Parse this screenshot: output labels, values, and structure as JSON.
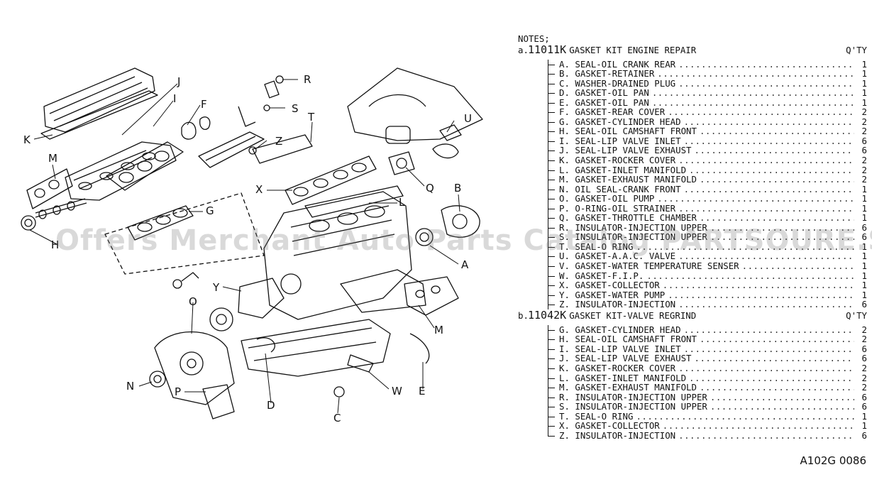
{
  "notes_title": "NOTES;",
  "qty_header": "Q'TY",
  "kits": [
    {
      "letter": "a.",
      "code": "11011K",
      "title": "GASKET KIT ENGINE REPAIR",
      "items": [
        {
          "label": "A. SEAL-OIL CRANK REAR",
          "qty": "1"
        },
        {
          "label": "B. GASKET-RETAINER",
          "qty": "1"
        },
        {
          "label": "C. WASHER-DRAINED PLUG",
          "qty": "1"
        },
        {
          "label": "D. GASKET-OIL PAN",
          "qty": "1"
        },
        {
          "label": "E. GASKET-OIL PAN",
          "qty": "1"
        },
        {
          "label": "F. GASKET-REAR COVER",
          "qty": "2"
        },
        {
          "label": "G. GASKET-CYLINDER HEAD",
          "qty": "2"
        },
        {
          "label": "H. SEAL-OIL CAMSHAFT FRONT",
          "qty": "2"
        },
        {
          "label": "I. SEAL-LIP VALVE INLET",
          "qty": "6"
        },
        {
          "label": "J. SEAL-LIP VALVE EXHAUST",
          "qty": "6"
        },
        {
          "label": "K. GASKET-ROCKER COVER",
          "qty": "2"
        },
        {
          "label": "L. GASKET-INLET MANIFOLD",
          "qty": "2"
        },
        {
          "label": "M. GASKET-EXHAUST MANIFOLD",
          "qty": "2"
        },
        {
          "label": "N. OIL SEAL-CRANK FRONT",
          "qty": "1"
        },
        {
          "label": "O. GASKET-OIL PUMP",
          "qty": "1"
        },
        {
          "label": "P. O-RING-OIL STRAINER",
          "qty": "1"
        },
        {
          "label": "Q. GASKET-THROTTLE CHAMBER",
          "qty": "1"
        },
        {
          "label": "R. INSULATOR-INJECTION UPPER",
          "qty": "6"
        },
        {
          "label": "S. INSULATOR-INJECTION UPPER",
          "qty": "6"
        },
        {
          "label": "T. SEAL-O RING",
          "qty": "1"
        },
        {
          "label": "U. GASKET-A.A.C. VALVE",
          "qty": "1"
        },
        {
          "label": "V. GASKET-WATER TEMPERATURE SENSER",
          "qty": "1"
        },
        {
          "label": "W. GASKET-F.I.P.",
          "qty": "1"
        },
        {
          "label": "X. GASKET-COLLECTOR",
          "qty": "1"
        },
        {
          "label": "Y. GASKET-WATER PUMP",
          "qty": "1"
        },
        {
          "label": "Z. INSULATOR-INJECTION",
          "qty": "6"
        }
      ]
    },
    {
      "letter": "b.",
      "code": "11042K",
      "title": "GASKET KIT-VALVE REGRIND",
      "items": [
        {
          "label": "G. GASKET-CYLINDER HEAD",
          "qty": "2"
        },
        {
          "label": "H. SEAL-OIL CAMSHAFT FRONT",
          "qty": "2"
        },
        {
          "label": "I. SEAL-LIP VALVE INLET",
          "qty": "6"
        },
        {
          "label": "J. SEAL-LIP VALVE EXHAUST",
          "qty": "6"
        },
        {
          "label": "K. GASKET-ROCKER COVER",
          "qty": "2"
        },
        {
          "label": "L. GASKET-INLET MANIFOLD",
          "qty": "2"
        },
        {
          "label": "M. GASKET-EXHAUST MANIFOLD",
          "qty": "2"
        },
        {
          "label": "R. INSULATOR-INJECTION UPPER",
          "qty": "6"
        },
        {
          "label": "S. INSULATOR-INJECTION UPPER",
          "qty": "6"
        },
        {
          "label": "T. SEAL-O RING",
          "qty": "1"
        },
        {
          "label": "X. GASKET-COLLECTOR",
          "qty": "1"
        },
        {
          "label": "Z. INSULATOR-INJECTION",
          "qty": "6"
        }
      ]
    }
  ],
  "callouts": [
    "J",
    "I",
    "F",
    "R",
    "S",
    "T",
    "U",
    "K",
    "M",
    "Z",
    "X",
    "B",
    "L",
    "G",
    "Q",
    "H",
    "A",
    "Y",
    "O",
    "M",
    "N",
    "P",
    "D",
    "C",
    "W",
    "E"
  ],
  "watermark": "Offers Merchant Auto Parts Catalog PARTSOURE.SA",
  "doc_id": "A102G 0086"
}
